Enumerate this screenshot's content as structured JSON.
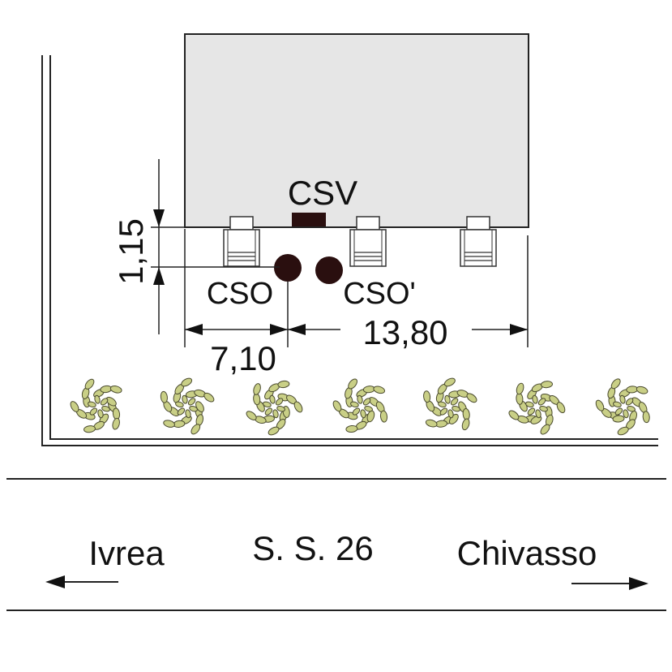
{
  "labels": {
    "csv": "CSV",
    "cso": "CSO",
    "cso_prime": "CSO'",
    "dim_vertical": "1,15",
    "dim_left": "7,10",
    "dim_total": "13,80",
    "road_name": "S. S. 26",
    "dir_left": "Ivrea",
    "dir_right": "Chivasso"
  },
  "colors": {
    "building_fill": "#e6e6e6",
    "hedge_fill": "#c9cf86",
    "hedge_stroke": "#4a4a2e",
    "marker": "#2a0f0f",
    "line": "#222222"
  },
  "hedge_count": 7
}
